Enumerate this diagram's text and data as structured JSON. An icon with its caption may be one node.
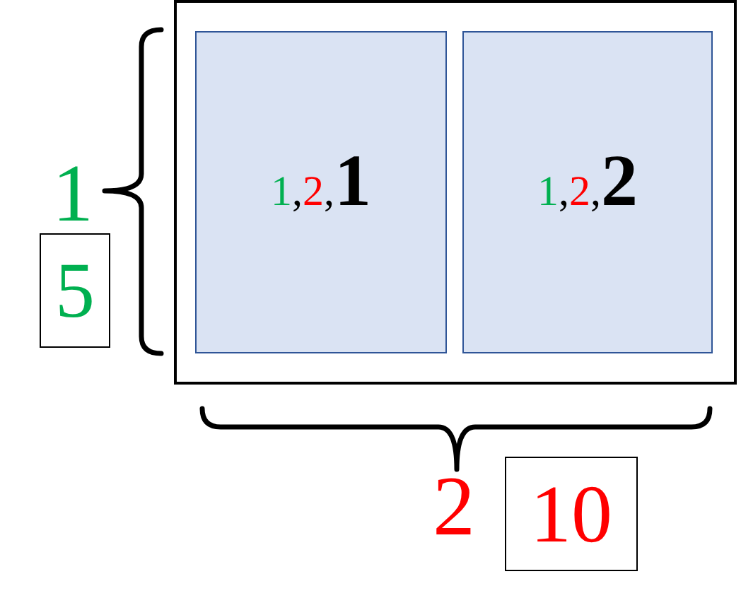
{
  "diagram": {
    "nodes": [
      {
        "text": [],
        "shape": "box"
      },
      {
        "text": [
          "1,2,**1**"
        ],
        "in": 0
      },
      {
        "text": [
          "1,2,**2**"
        ],
        "in": 0
      },
      {
        "text": [
          "5"
        ]
      },
      {
        "text": [
          "10"
        ]
      }
    ],
    "labels": [
      "1",
      "2"
    ]
  }
}
